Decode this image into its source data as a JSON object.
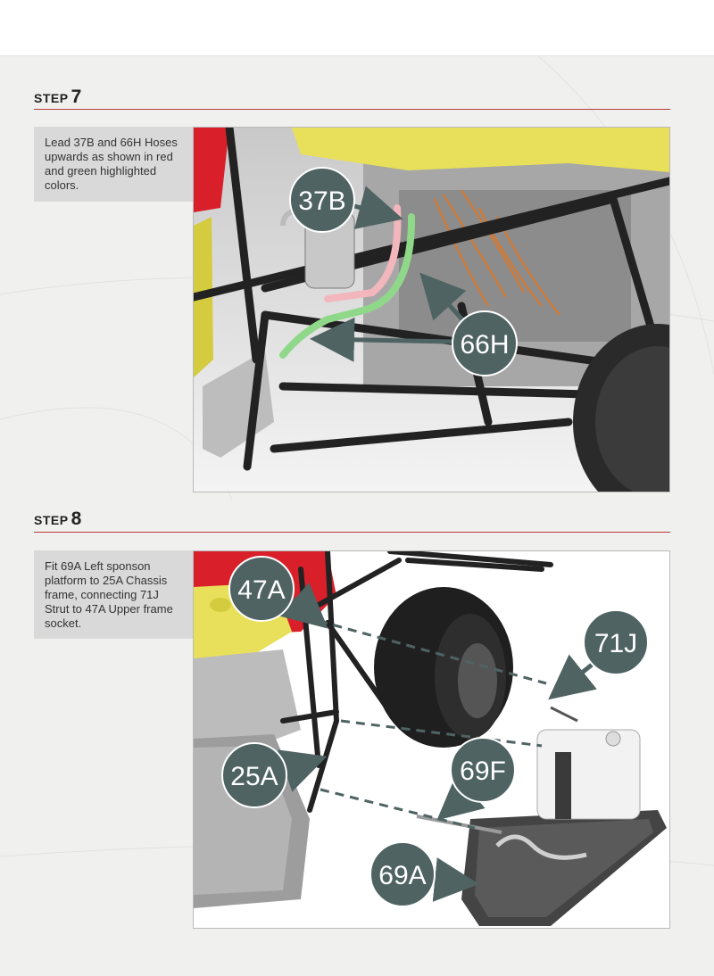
{
  "steps": [
    {
      "word": "STEP",
      "number": "7",
      "text": "Lead 37B and 66H Hoses upwards as shown in red and green highlighted colors.",
      "callouts": [
        "37B",
        "66H"
      ]
    },
    {
      "word": "STEP",
      "number": "8",
      "text": "Fit 69A Left sponson platform to 25A Chassis frame, connecting 71J Strut to 47A Upper frame socket.",
      "callouts": [
        "47A",
        "71J",
        "25A",
        "69F",
        "69A"
      ]
    }
  ],
  "colors": {
    "accent_rule": "#b73b35",
    "callout_fill": "#4f6363",
    "note_bg": "#d9d9d9",
    "hose_red": "#f2b7bd",
    "hose_green": "#8fd88a",
    "chassis_yellow": "#e8e05a",
    "engine_red": "#d9202a"
  }
}
